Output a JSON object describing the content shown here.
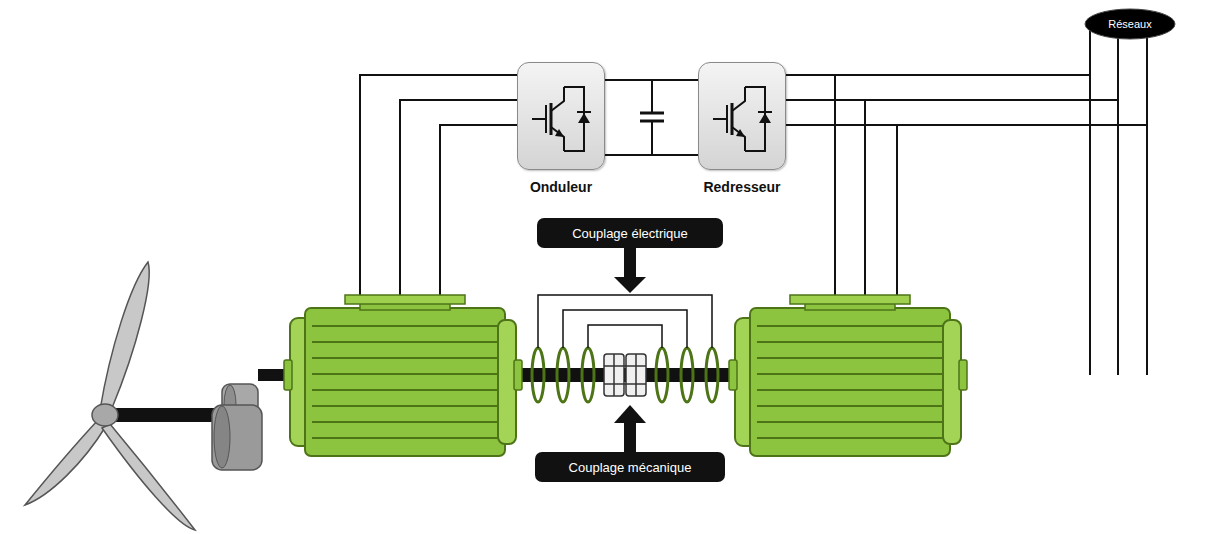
{
  "diagram": {
    "nodes": [
      {
        "text": [
          "Réseaux"
        ]
      },
      {
        "text": [
          "Onduleur"
        ]
      },
      {
        "text": [
          "Redresseur"
        ]
      },
      {
        "text": [
          "Couplage électrique"
        ]
      },
      {
        "text": [
          "Couplage mécanique"
        ]
      }
    ],
    "edges": [
      {
        "from": 1,
        "to": 2,
        "arrow": "none"
      },
      {
        "from": 2,
        "to": 0,
        "arrow": "none"
      }
    ]
  }
}
